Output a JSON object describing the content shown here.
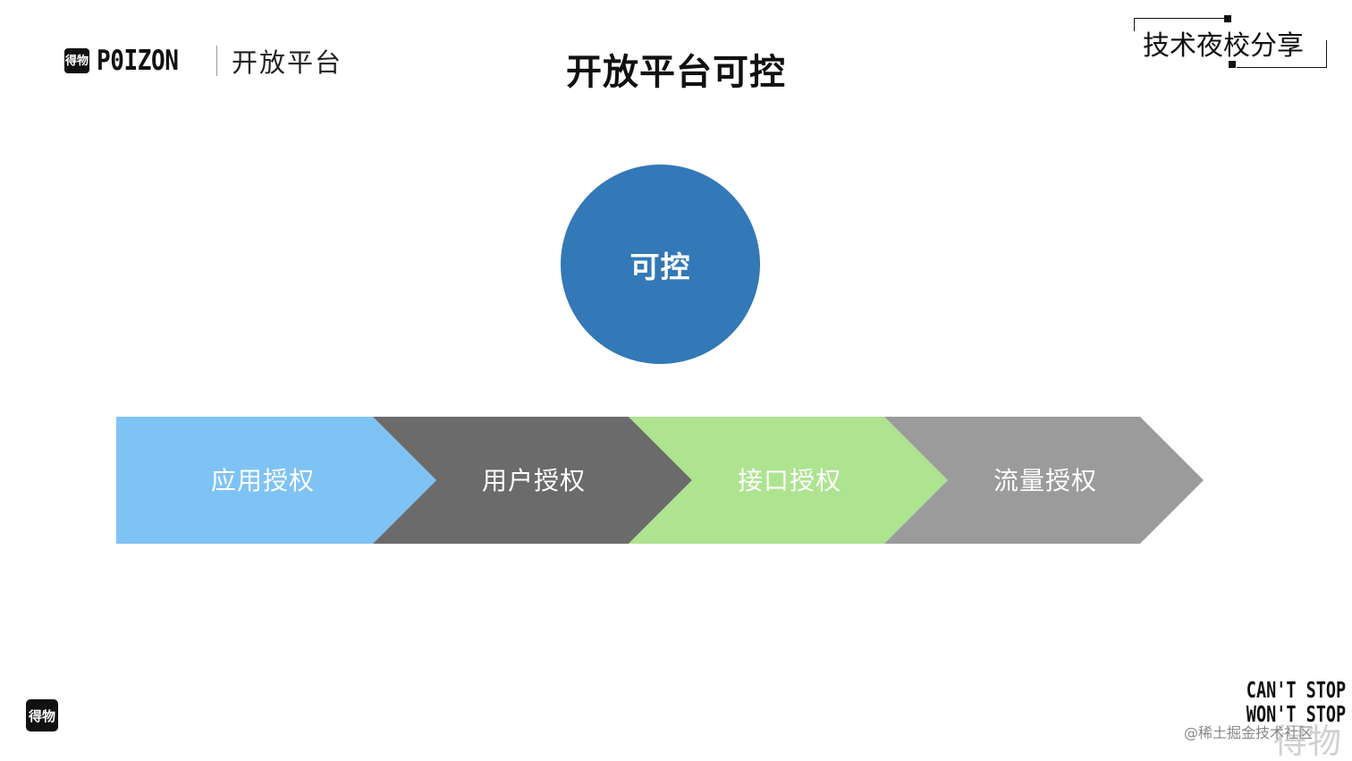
{
  "header": {
    "logo_icon_text": "得物",
    "logo_wordmark": "P0IZON",
    "logo_subtitle": "开放平台",
    "title": "开放平台可控",
    "badge": "技术夜校分享"
  },
  "diagram": {
    "center_node": {
      "label": "可控",
      "color": "#3378b7"
    },
    "steps": [
      {
        "label": "应用授权",
        "color": "#7fc3f5"
      },
      {
        "label": "用户授权",
        "color": "#6b6b6b"
      },
      {
        "label": "接口授权",
        "color": "#aee390"
      },
      {
        "label": "流量授权",
        "color": "#9b9b9b"
      }
    ]
  },
  "footer": {
    "icon_text": "得物",
    "slogan_line1": "CAN'T STOP",
    "slogan_line2": "WON'T STOP",
    "watermark": "@稀土掘金技术社区",
    "watermark_large": "得物"
  }
}
